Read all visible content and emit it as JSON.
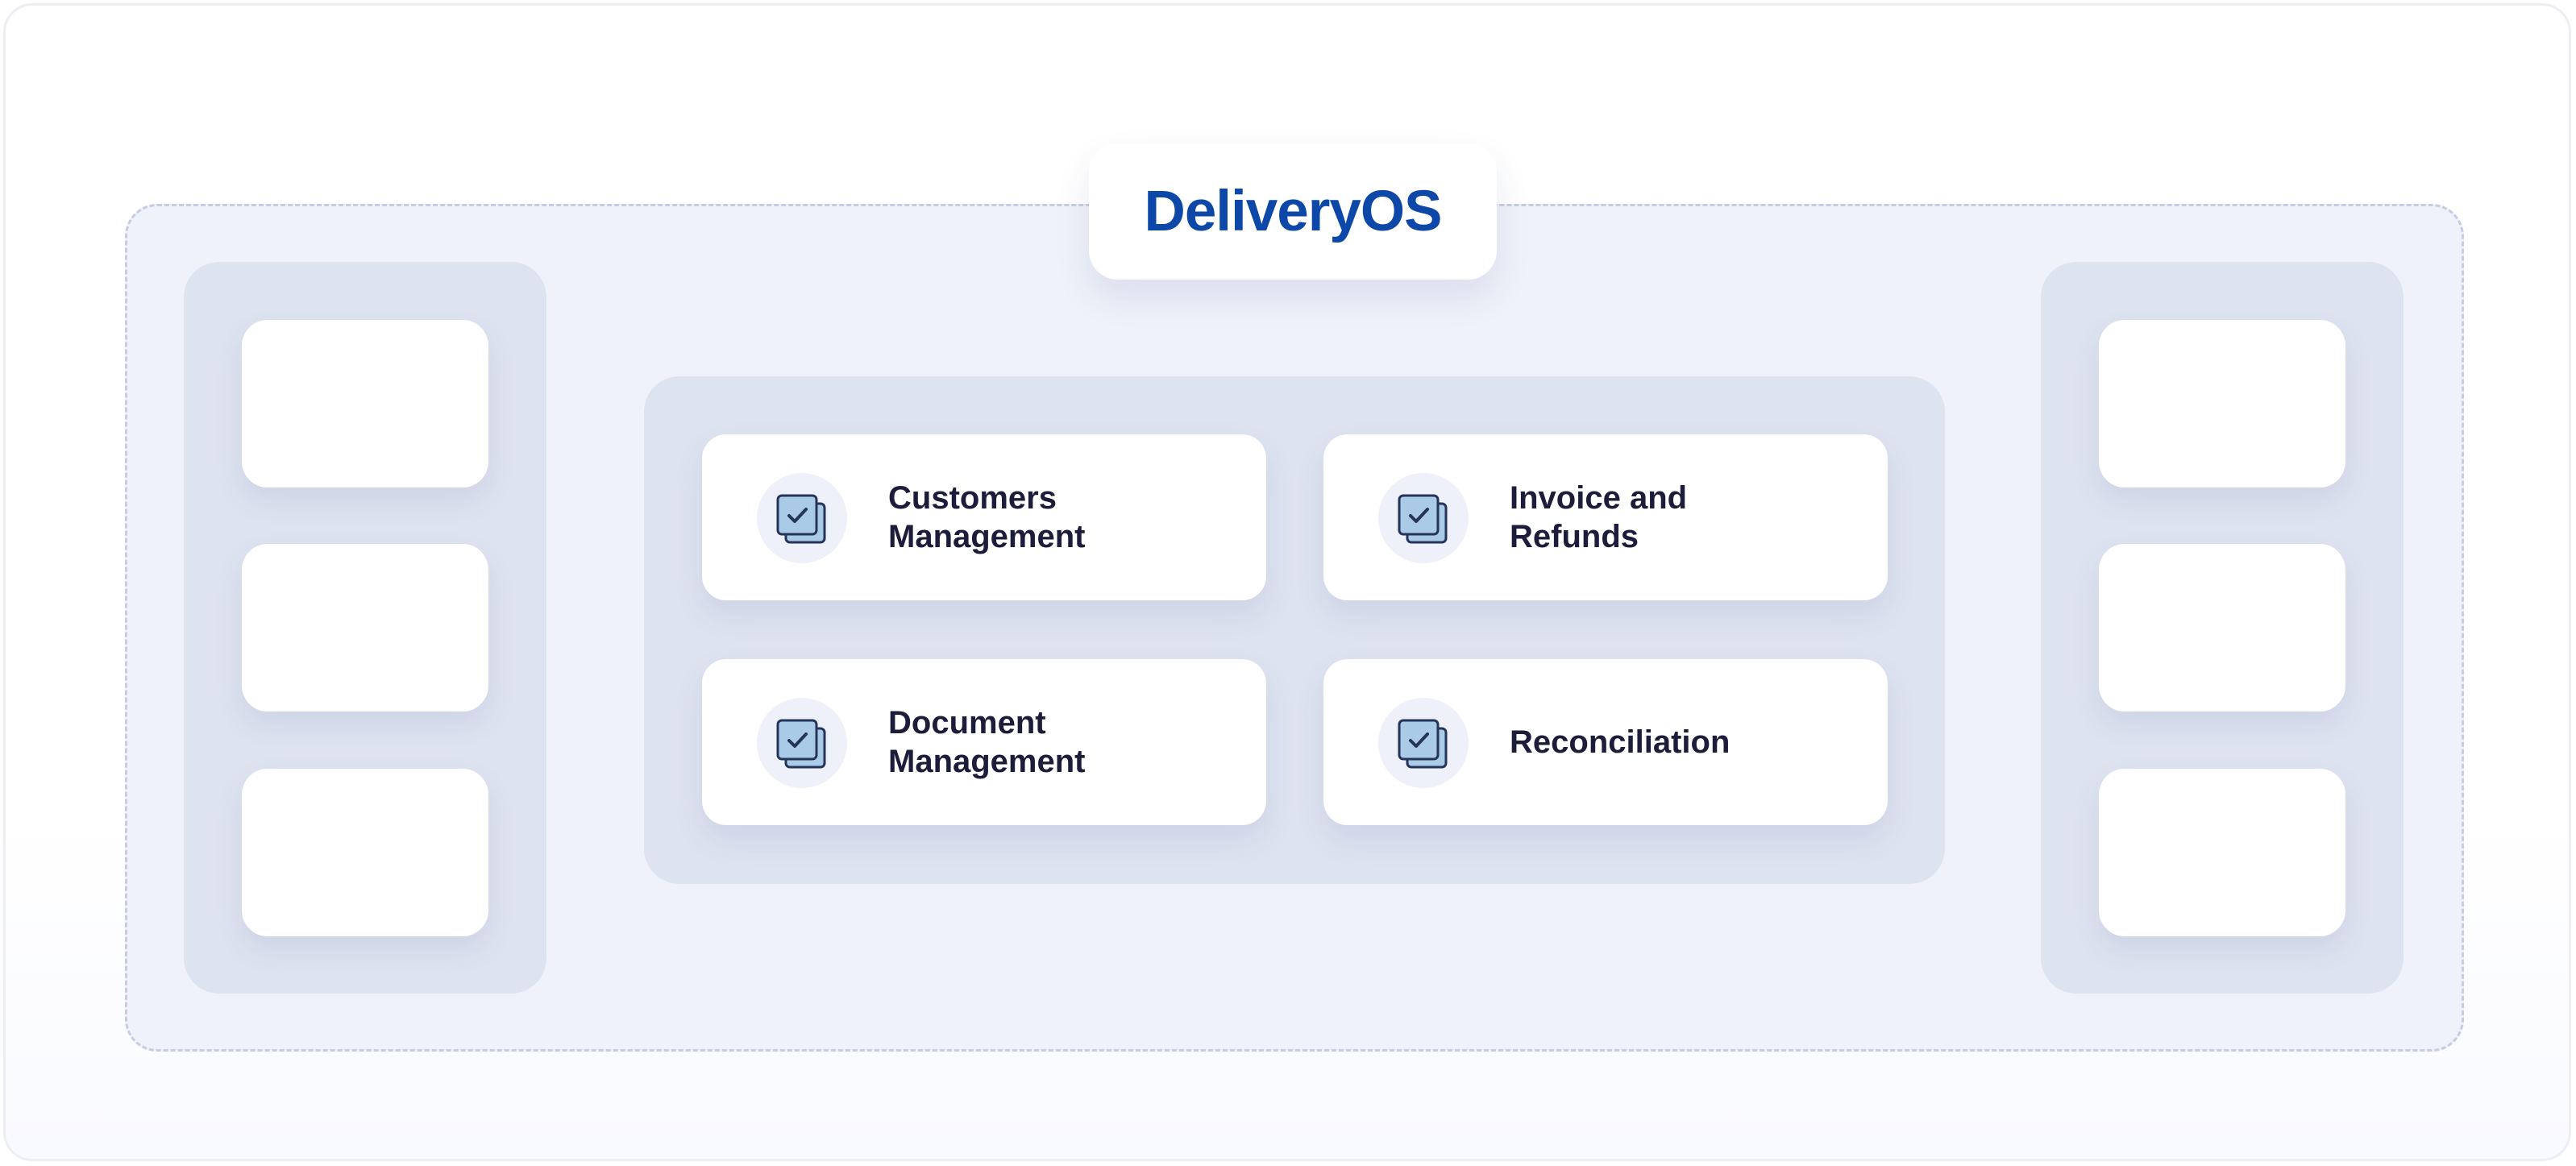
{
  "brand": {
    "title": "DeliveryOS",
    "color": "#0d47a8"
  },
  "modules": [
    {
      "label": "Customers\nManagement",
      "icon": "checklist-icon"
    },
    {
      "label": "Invoice and\nRefunds",
      "icon": "checklist-icon"
    },
    {
      "label": "Document\nManagement",
      "icon": "checklist-icon"
    },
    {
      "label": "Reconciliation",
      "icon": "checklist-icon"
    }
  ],
  "colors": {
    "platform_bg": "#eff2fa",
    "panel_bg": "#dee3f0",
    "card_bg": "#ffffff",
    "text": "#1c1d3b",
    "icon_fill": "#a9cbe8",
    "icon_stroke": "#27345a"
  }
}
